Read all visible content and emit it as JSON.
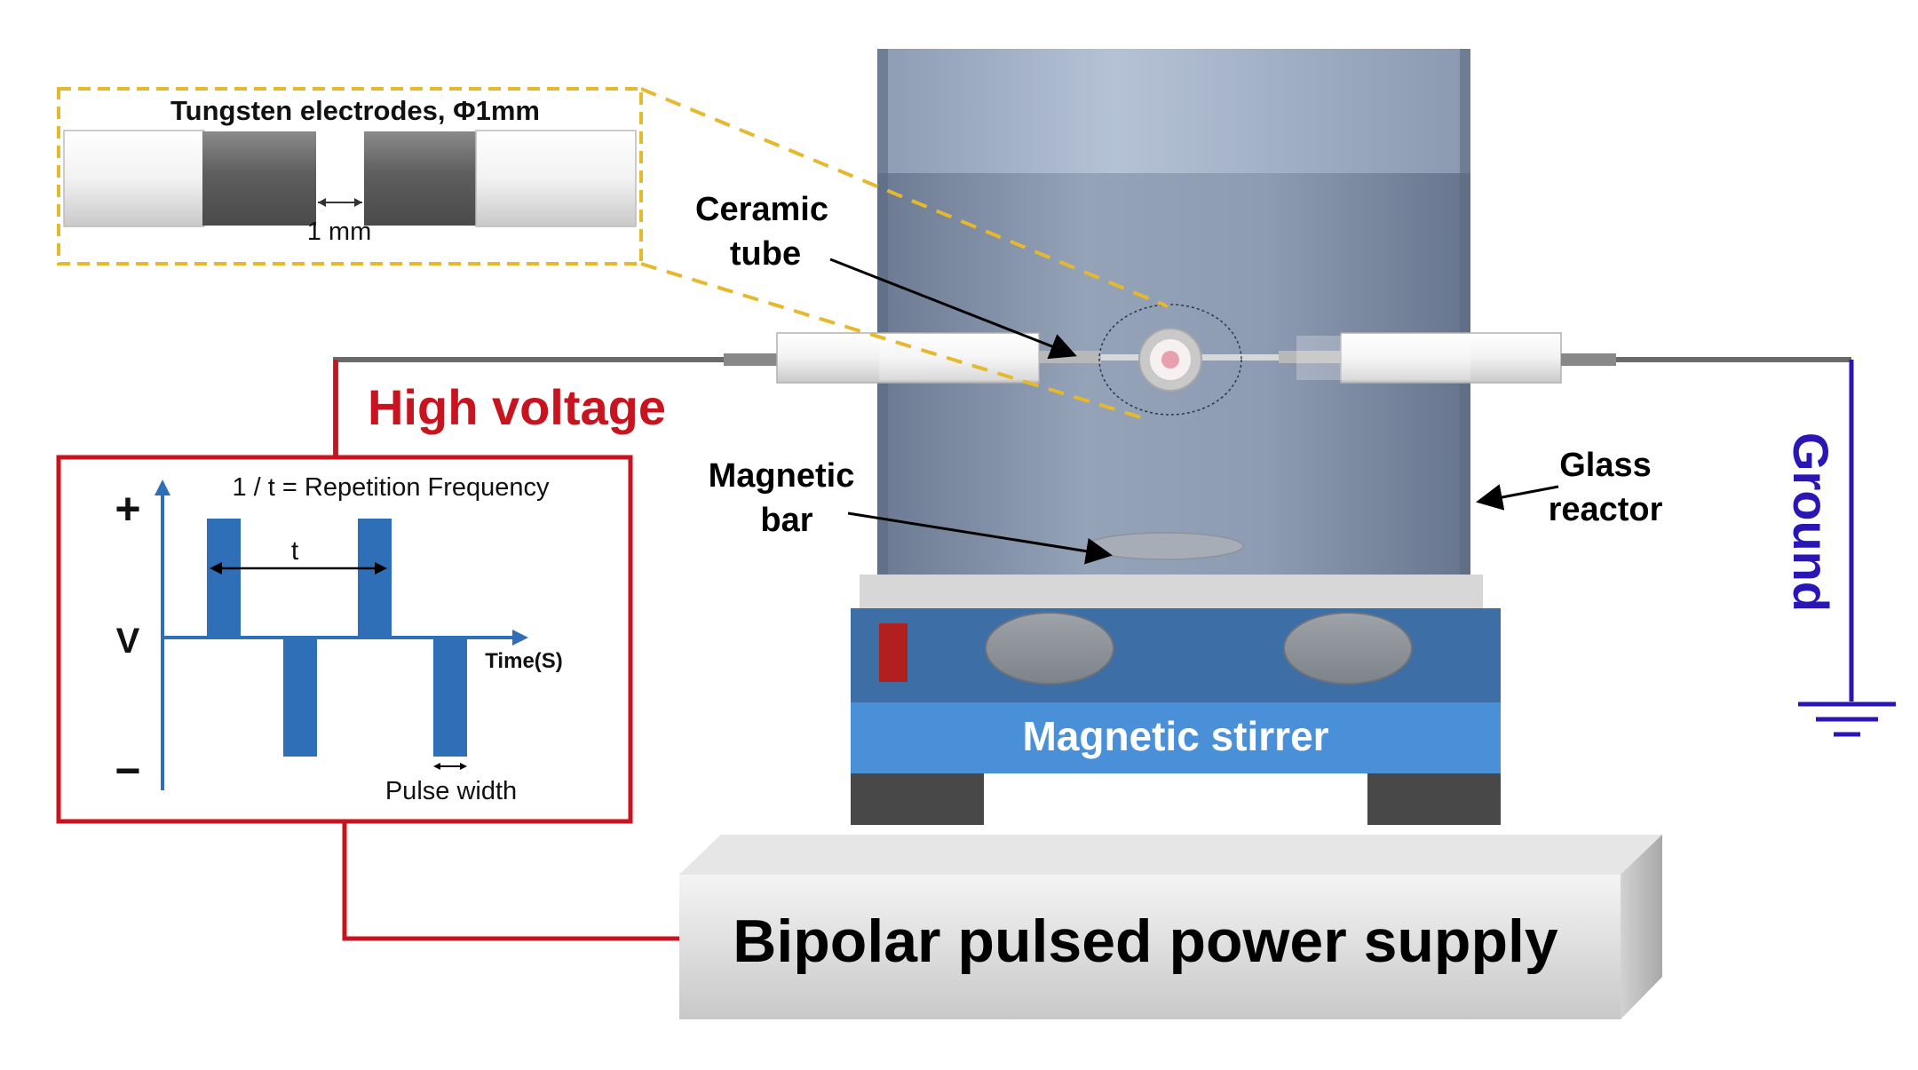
{
  "labels": {
    "electrode_title": "Tungsten electrodes, Φ1mm",
    "gap": "1 mm",
    "ceramic_1": "Ceramic",
    "ceramic_2": "tube",
    "high_voltage": "High voltage",
    "freq": "1 / t = Repetition Frequency",
    "plus": "+",
    "minus": "−",
    "v_axis": "V",
    "t_label": "t",
    "time_axis": "Time(S)",
    "pulse_width": "Pulse width",
    "magnetic_1": "Magnetic",
    "magnetic_2": "bar",
    "glass_1": "Glass",
    "glass_2": "reactor",
    "ground": "Ground",
    "stirrer": "Magnetic stirrer",
    "power": "Bipolar pulsed power supply"
  },
  "colors": {
    "inset_border": "#e6b82e",
    "hv_red": "#c8141e",
    "ground_blue": "#2a16b4",
    "pulse_blue": "#2f6fb8",
    "reactor": "#8896ad",
    "stirrer_top": "#3d6fa6",
    "stirrer_band": "#4a90d9"
  }
}
